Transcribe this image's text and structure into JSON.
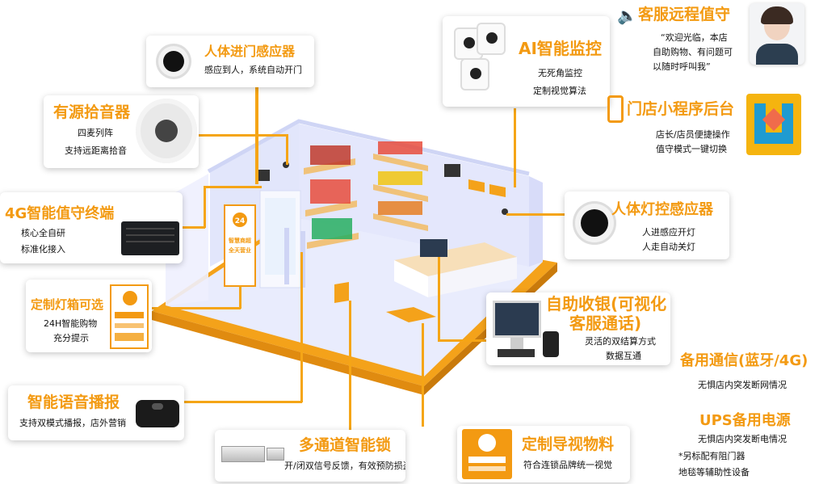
{
  "callouts": {
    "door_sensor": {
      "title": "人体进门感应器",
      "desc": [
        "感应到人，系统自动开门"
      ]
    },
    "ai_monitor": {
      "title": "AI智能监控",
      "desc": [
        "无死角监控",
        "定制视觉算法"
      ]
    },
    "remote_service": {
      "title": "客服远程值守",
      "desc": [
        "“欢迎光临，本店",
        "自助购物、有问题可",
        "以随时呼叫我”"
      ]
    },
    "mini_program": {
      "title": "门店小程序后台",
      "desc": [
        "店长/店员便捷操作",
        "值守模式一键切换"
      ]
    },
    "pickup": {
      "title": "有源拾音器",
      "desc": [
        "四麦列阵",
        "支持远距离拾音"
      ]
    },
    "terminal_4g": {
      "title": "4G智能值守终端",
      "desc": [
        "核心全自研",
        "标准化接入"
      ]
    },
    "light_sensor": {
      "title": "人体灯控感应器",
      "desc": [
        "人进感应开灯",
        "人走自动关灯"
      ]
    },
    "lightbox": {
      "title": "定制灯箱可选",
      "desc": [
        "24H智能购物",
        "充分提示"
      ]
    },
    "self_checkout": {
      "title1": "自助收银(可视化",
      "title2": "客服通话)",
      "desc": [
        "灵活的双结算方式",
        "数据互通"
      ]
    },
    "backup_comm": {
      "title": "备用通信(蓝牙/4G)",
      "desc": [
        "无惧店内突发断网情况"
      ]
    },
    "voice": {
      "title": "智能语音播报",
      "desc": [
        "支持双模式播报，店外营销"
      ]
    },
    "ups": {
      "title": "UPS备用电源",
      "desc": [
        "无惧店内突发断电情况",
        "*另标配有阻门器",
        "地毯等辅助性设备"
      ]
    },
    "smart_lock": {
      "title": "多通道智能锁",
      "desc": [
        "开/闭双信号反馈，有效预防损盗"
      ]
    },
    "guide": {
      "title": "定制导视物料",
      "desc": [
        "符合连锁品牌统一视觉"
      ]
    }
  },
  "store": {
    "badge_24": "24",
    "slogan_1": "智慧商超",
    "slogan_2": "全天营业"
  },
  "colors": {
    "accent": "#f39a12",
    "line": "#f5a516",
    "room": "#dfe3fb"
  }
}
